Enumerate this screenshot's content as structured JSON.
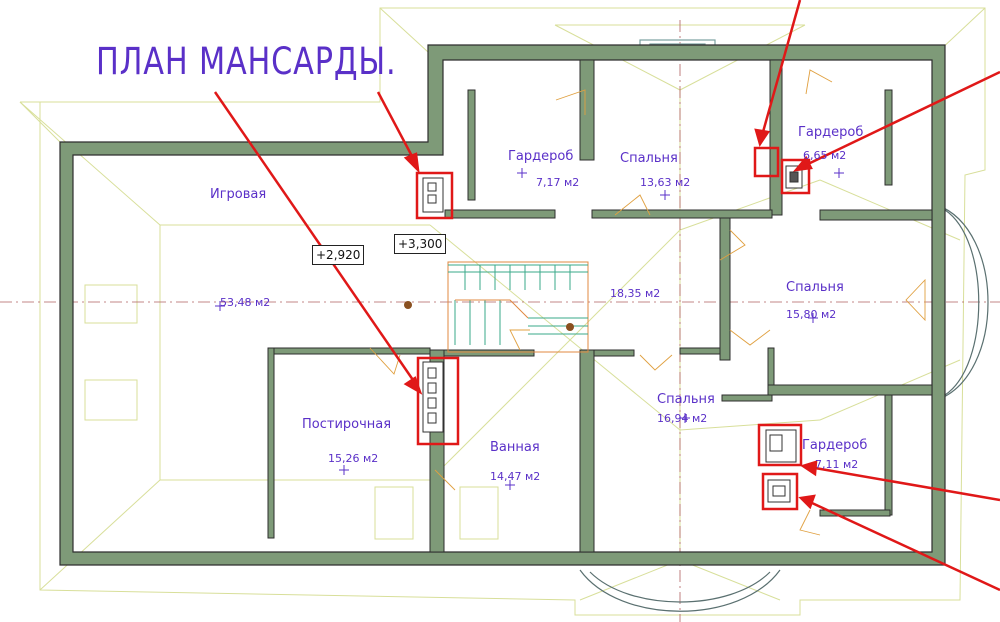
{
  "title": "ПЛАН МАНСАРДЫ.",
  "levels": {
    "left": "+2,920",
    "right": "+3,300"
  },
  "rooms": {
    "igrovaya": {
      "name": "Игровая",
      "area": "53,48 м2"
    },
    "garderob1": {
      "name": "Гардероб",
      "area": "7,17 м2"
    },
    "spalnya1": {
      "name": "Спальня",
      "area": "13,63 м2"
    },
    "garderob2": {
      "name": "Гардероб",
      "area": "6,65 м2"
    },
    "hall": {
      "area": "18,35 м2"
    },
    "spalnya2": {
      "name": "Спальня",
      "area": "15,80 м2"
    },
    "postirochnaya": {
      "name": "Постирочная",
      "area": "15,26 м2"
    },
    "vannaya": {
      "name": "Ванная",
      "area": "14,47 м2"
    },
    "spalnya3": {
      "name": "Спальня",
      "area": "16,94 м2"
    },
    "garderob3": {
      "name": "Гардероб",
      "area": "7,11 м2"
    }
  },
  "colors": {
    "wall": "#7e9a78",
    "wall_outline": "#2e2e2e",
    "roof_lines": "#d8df9a",
    "axis": "#b06060",
    "labels": "#5a30c8",
    "highlight": "#e01818",
    "stair": "#3aa88a",
    "door": "#e0a040"
  }
}
